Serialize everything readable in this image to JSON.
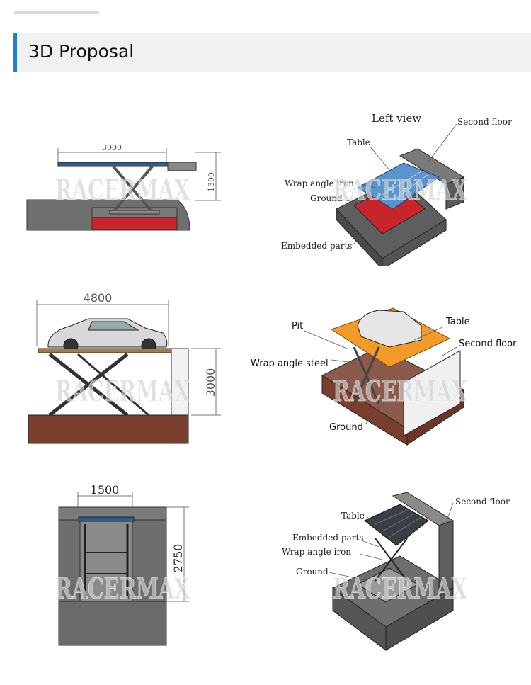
{
  "header": {
    "title": "3D Proposal"
  },
  "watermark": "RACERMAX",
  "colors": {
    "accent": "#1f7fd1",
    "pit_red": "#c8242a",
    "table_blue": "#4f8ac6",
    "table_orange": "#f29b2a",
    "concrete": "#6e6e6e",
    "brick": "#7a3e2e"
  },
  "row1": {
    "left": {
      "width_dim": "3000",
      "height_dim": "1300"
    },
    "right": {
      "title": "Left view",
      "labels": {
        "second_floor": "Second floor",
        "table": "Table",
        "wrap": "Wrap angle iron",
        "ground": "Ground",
        "embedded": "Embedded parts"
      }
    }
  },
  "row2": {
    "left": {
      "width_dim": "4800",
      "height_dim": "3000"
    },
    "right": {
      "labels": {
        "pit": "Pit",
        "table": "Table",
        "second_floor": "Second floor",
        "wrap": "Wrap angle steel",
        "ground": "Ground"
      }
    }
  },
  "row3": {
    "left": {
      "width_dim": "1500",
      "height_dim": "2750"
    },
    "right": {
      "labels": {
        "second_floor": "Second floor",
        "table": "Table",
        "embedded": "Embedded parts",
        "wrap": "Wrap angle iron",
        "ground": "Ground"
      }
    }
  }
}
